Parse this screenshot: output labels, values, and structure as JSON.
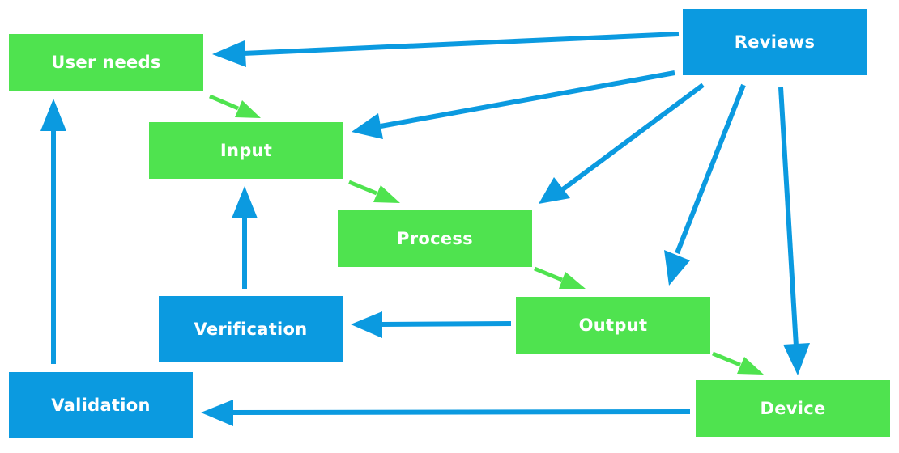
{
  "colors": {
    "process_node": "#4fe34f",
    "control_node": "#0b9ae0",
    "flow_arrow": "#4fe34f",
    "feedback_arrow": "#0b9ae0"
  },
  "nodes": {
    "user_needs": "User needs",
    "input": "Input",
    "process": "Process",
    "output": "Output",
    "device": "Device",
    "reviews": "Reviews",
    "verification": "Verification",
    "validation": "Validation"
  },
  "connections": [
    {
      "from": "user_needs",
      "to": "input",
      "kind": "flow"
    },
    {
      "from": "input",
      "to": "process",
      "kind": "flow"
    },
    {
      "from": "process",
      "to": "output",
      "kind": "flow"
    },
    {
      "from": "output",
      "to": "device",
      "kind": "flow"
    },
    {
      "from": "reviews",
      "to": "user_needs",
      "kind": "feedback"
    },
    {
      "from": "reviews",
      "to": "input",
      "kind": "feedback"
    },
    {
      "from": "reviews",
      "to": "process",
      "kind": "feedback"
    },
    {
      "from": "reviews",
      "to": "output",
      "kind": "feedback"
    },
    {
      "from": "reviews",
      "to": "device",
      "kind": "feedback"
    },
    {
      "from": "output",
      "to": "verification",
      "kind": "feedback"
    },
    {
      "from": "verification",
      "to": "input",
      "kind": "feedback"
    },
    {
      "from": "device",
      "to": "validation",
      "kind": "feedback"
    },
    {
      "from": "validation",
      "to": "user_needs",
      "kind": "feedback"
    }
  ]
}
